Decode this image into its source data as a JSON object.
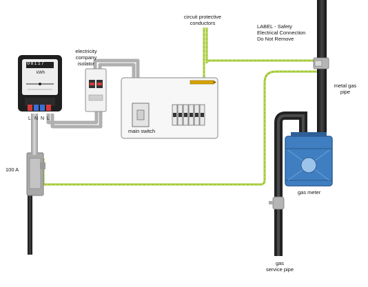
{
  "meter": {
    "reading": "08117",
    "unit": "kWh",
    "terminals": [
      "L",
      "N",
      "N",
      "L"
    ]
  },
  "labels": {
    "circuit_protective_conductors": [
      "circuit protective",
      "conductors"
    ],
    "safety_label": [
      "LABEL - Safety",
      "Electrical Connection",
      "Do Not Remove"
    ],
    "isolator": [
      "electricity",
      "company",
      "isolator"
    ],
    "metal_gas_pipe": [
      "metal gas",
      "pipe"
    ],
    "main_switch": "main switch",
    "fuse_rating": "100 A",
    "gas_meter": "gas meter",
    "gas_service_pipe": [
      "gas",
      "service pipe"
    ]
  },
  "colors": {
    "earth_green": "#9bc93a",
    "earth_yellow": "#e2dc55",
    "gas_meter_blue": "#3f7fc1",
    "pipe_dark": "#2b2b2b",
    "cable_grey": "#b8b8b8",
    "terminal_red": "#d63a3a",
    "terminal_blue": "#3a6fd6"
  }
}
